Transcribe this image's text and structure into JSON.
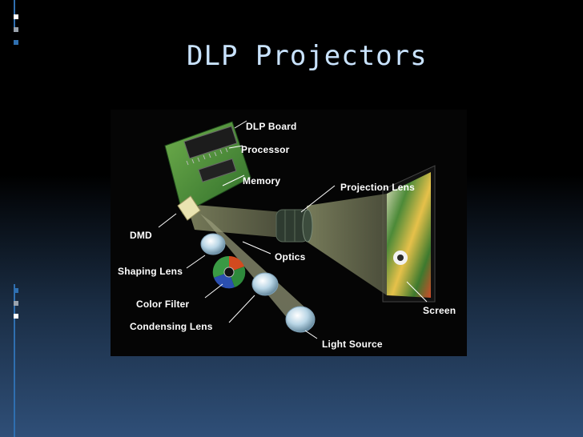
{
  "slide": {
    "title": "DLP Projectors"
  },
  "diagram": {
    "labels": {
      "dlp_board": "DLP Board",
      "processor": "Processor",
      "memory": "Memory",
      "projection_lens": "Projection Lens",
      "dmd": "DMD",
      "optics": "Optics",
      "shaping_lens": "Shaping Lens",
      "color_filter": "Color Filter",
      "condensing_lens": "Condensing Lens",
      "screen": "Screen",
      "light_source": "Light Source"
    }
  },
  "colors": {
    "title": "#c9e3ff",
    "accent_blue": "#2f6fb0",
    "accent_gray": "#9aa3ad"
  }
}
